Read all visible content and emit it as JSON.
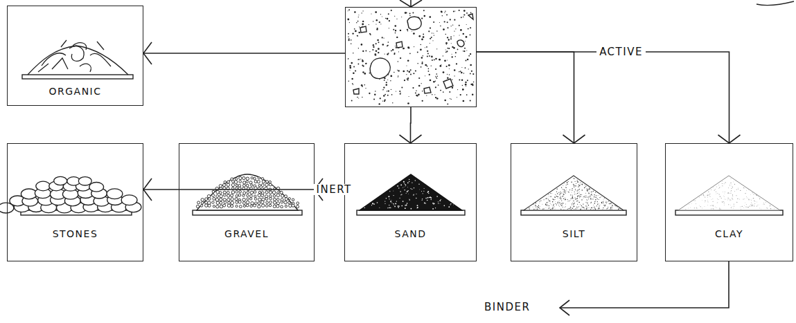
{
  "diagram": {
    "nodes": [
      {
        "text": [
          "ORGANIC"
        ]
      },
      {
        "text": []
      },
      {
        "text": [
          "STONES"
        ]
      },
      {
        "text": [
          "GRAVEL"
        ]
      },
      {
        "text": [
          "SAND"
        ]
      },
      {
        "text": [
          "SILT"
        ]
      },
      {
        "text": [
          "CLAY"
        ]
      }
    ],
    "edges": [
      {
        "from": 1,
        "to": 0,
        "arrow": "to"
      },
      {
        "from": 1,
        "to": 2,
        "arrow": "to"
      },
      {
        "from": 1,
        "to": 3,
        "arrow": "to",
        "label": "INERT"
      },
      {
        "from": 1,
        "to": 4,
        "arrow": "to"
      },
      {
        "from": 1,
        "to": 5,
        "arrow": "to"
      },
      {
        "from": 1,
        "to": 6,
        "arrow": "to",
        "label": "ACTIVE"
      }
    ],
    "labels": [
      "BINDER"
    ]
  }
}
